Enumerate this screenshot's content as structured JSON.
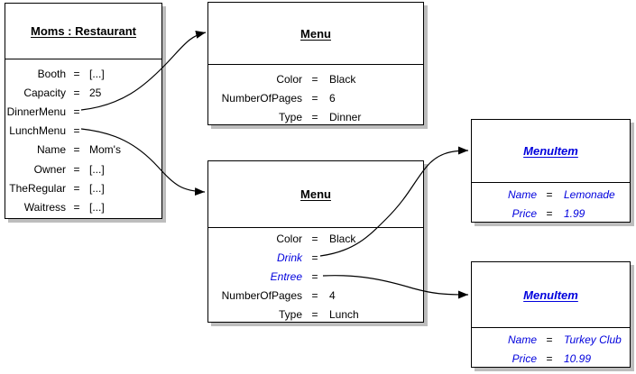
{
  "colors": {
    "background": "#ffffff",
    "border": "#000000",
    "shadow": "#bdbdbd",
    "text": "#000000",
    "reference_text": "#0000dd"
  },
  "notation": {
    "equals": "="
  },
  "boxes": {
    "restaurant": {
      "title": "Moms : Restaurant",
      "rows": [
        {
          "n": "Booth",
          "v": "[...]"
        },
        {
          "n": "Capacity",
          "v": "25"
        },
        {
          "n": "DinnerMenu",
          "v": ""
        },
        {
          "n": "LunchMenu",
          "v": ""
        },
        {
          "n": "Name",
          "v": "Mom's"
        },
        {
          "n": "Owner",
          "v": "[...]"
        },
        {
          "n": "TheRegular",
          "v": "[...]"
        },
        {
          "n": "Waitress",
          "v": "[...]"
        }
      ]
    },
    "dinnerMenu": {
      "title": "Menu",
      "rows": [
        {
          "n": "Color",
          "v": "Black"
        },
        {
          "n": "NumberOfPages",
          "v": "6"
        },
        {
          "n": "Type",
          "v": "Dinner"
        }
      ]
    },
    "lunchMenu": {
      "title": "Menu",
      "rows": [
        {
          "n": "Color",
          "v": "Black"
        },
        {
          "n": "Drink",
          "v": ""
        },
        {
          "n": "Entree",
          "v": ""
        },
        {
          "n": "NumberOfPages",
          "v": "4"
        },
        {
          "n": "Type",
          "v": "Lunch"
        }
      ]
    },
    "lemonadeItem": {
      "title": "MenuItem",
      "rows": [
        {
          "n": "Name",
          "v": "Lemonade"
        },
        {
          "n": "Price",
          "v": "1.99"
        }
      ]
    },
    "turkeyClubItem": {
      "title": "MenuItem",
      "rows": [
        {
          "n": "Name",
          "v": "Turkey Club"
        },
        {
          "n": "Price",
          "v": "10.99"
        }
      ]
    }
  },
  "arrows": [
    {
      "from": "Moms:Restaurant.DinnerMenu",
      "to": "Menu (Dinner)"
    },
    {
      "from": "Moms:Restaurant.LunchMenu",
      "to": "Menu (Lunch)"
    },
    {
      "from": "Menu (Lunch).Drink",
      "to": "MenuItem (Lemonade)"
    },
    {
      "from": "Menu (Lunch).Entree",
      "to": "MenuItem (Turkey Club)"
    }
  ]
}
